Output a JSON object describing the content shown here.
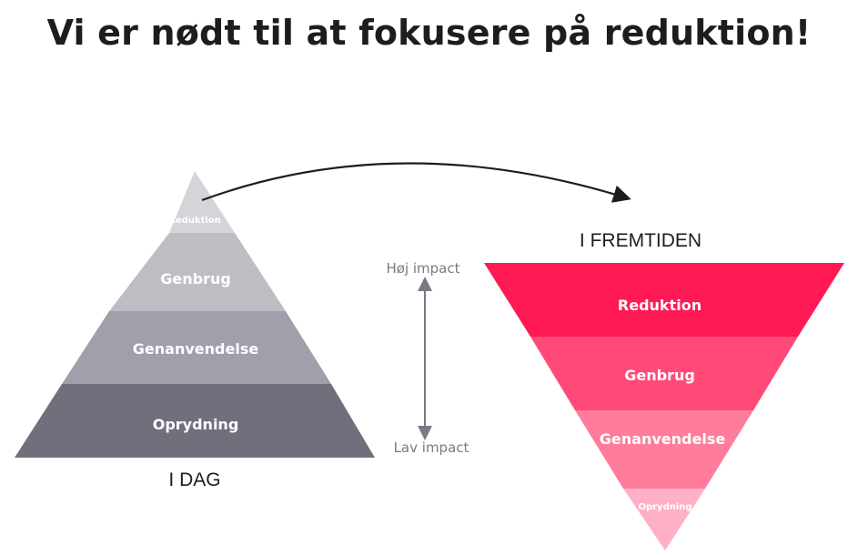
{
  "title": "Vi er nødt til at fokusere på reduktion!",
  "pyramid_today": {
    "caption": "I DAG",
    "tiers": [
      {
        "label": "Reduktion",
        "color": "#d4d4d9"
      },
      {
        "label": "Genbrug",
        "color": "#bdbdc4"
      },
      {
        "label": "Genanvendelse",
        "color": "#a0a0aa"
      },
      {
        "label": "Oprydning",
        "color": "#6f707b"
      }
    ]
  },
  "pyramid_future": {
    "caption": "I FREMTIDEN",
    "tiers": [
      {
        "label": "Reduktion",
        "color": "#ff1a55"
      },
      {
        "label": "Genbrug",
        "color": "#ff4a78"
      },
      {
        "label": "Genanvendelse",
        "color": "#ff7c9c"
      },
      {
        "label": "Oprydning",
        "color": "#ffb0c4"
      }
    ]
  },
  "impact_scale": {
    "high_label": "Høj impact",
    "low_label": "Lav impact",
    "color": "#7a7a85"
  }
}
